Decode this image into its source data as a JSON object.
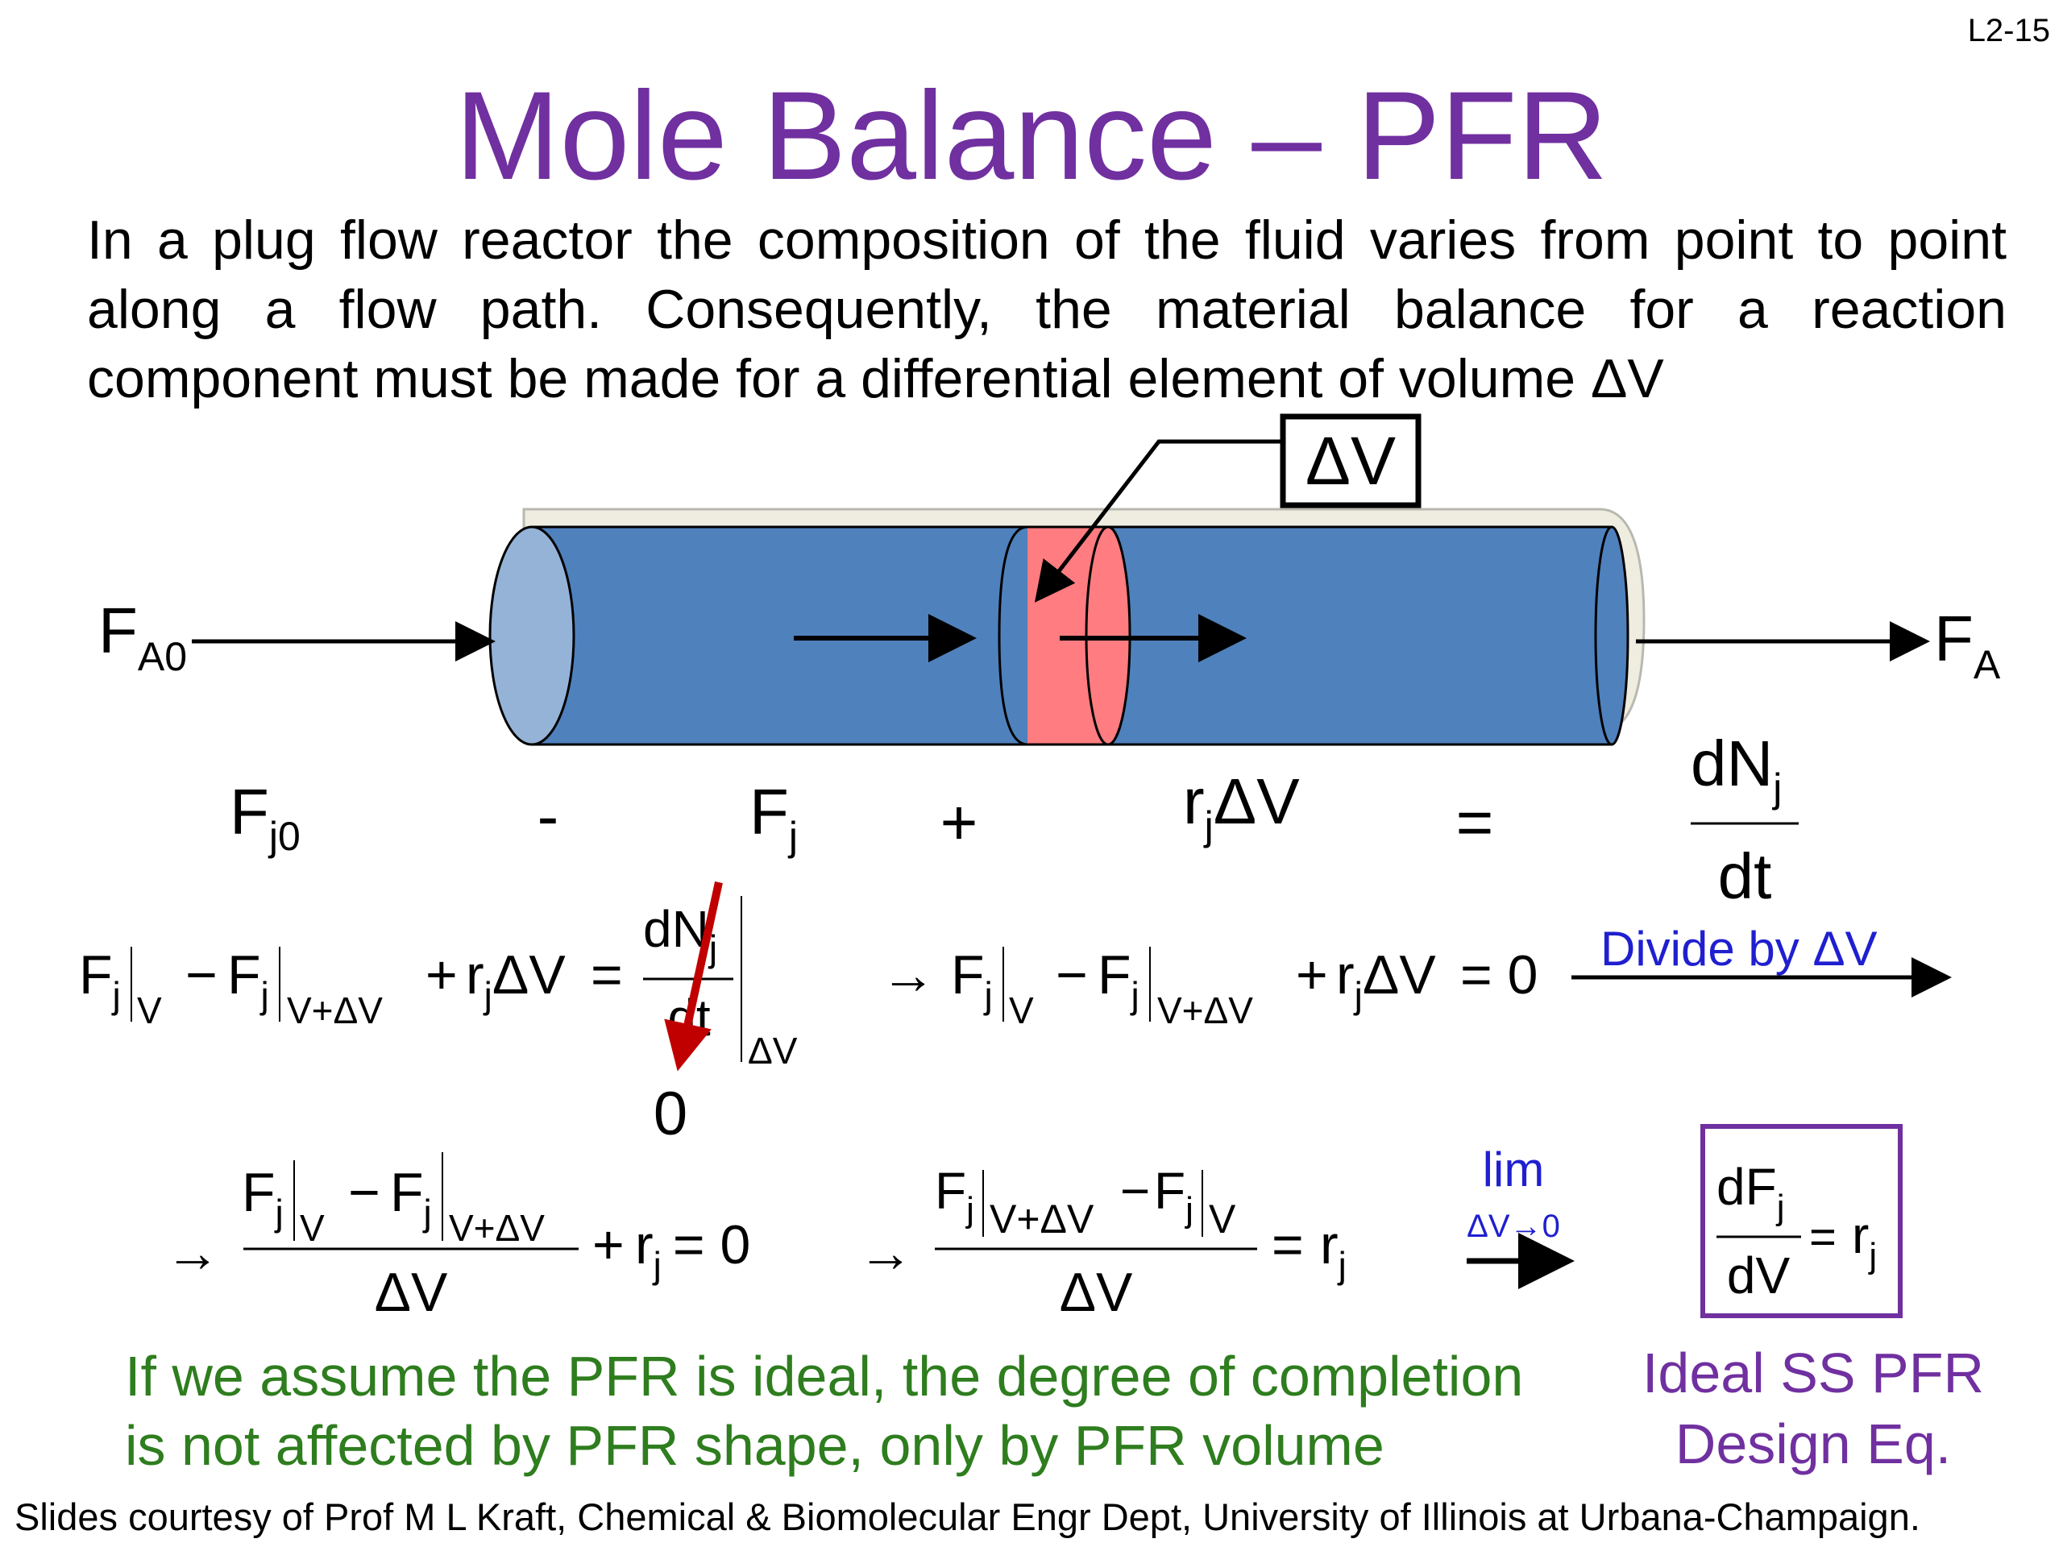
{
  "slide": {
    "number": "L2-15",
    "title": "Mole Balance – PFR",
    "intro": "In a plug flow reactor the composition of the fluid varies from point to point along a flow path. Consequently, the material balance for a reaction component must be made for a differential element of volume ΔV",
    "colors": {
      "title": "#7030a0",
      "reactor": "#4f81bd",
      "reactor_end": "#95b3d7",
      "element": "#ff7c80",
      "note": "#2e7d1e",
      "divide": "#1f1fd0",
      "strike": "#c00000"
    }
  },
  "diagram": {
    "delta_v_label": "ΔV",
    "inlet": {
      "main": "F",
      "sub": "A0"
    },
    "outlet": {
      "main": "F",
      "sub": "A"
    }
  },
  "balance": {
    "in_main": "F",
    "in_sub": "j0",
    "minus": "-",
    "out_main": "F",
    "out_sub": "j",
    "plus": "+",
    "gen_main": "r",
    "gen_sub": "j",
    "gen_tail": "ΔV",
    "equals": "=",
    "accum_num_main": "dN",
    "accum_num_sub": "j",
    "accum_den": "dt"
  },
  "sym": {
    "F": "F",
    "j": "j",
    "V": "V",
    "VdV": "V+ΔV",
    "dV": "ΔV",
    "minus": "−",
    "plus": "+",
    "eq": "=",
    "r": "r",
    "rj_tail": "ΔV",
    "arrow": "→",
    "zero": "0",
    "dNj": "dN",
    "dt": "dt",
    "eq0": "= 0"
  },
  "steps": {
    "divide_label": "Divide by ΔV",
    "strike_zero": "0",
    "lim": "lim",
    "lim_sub": "ΔV→0",
    "design_num_main": "dF",
    "design_num_sub": "j",
    "design_den": "dV",
    "design_rhs_main": "r",
    "design_rhs_sub": "j"
  },
  "notes": {
    "assumption": "If we assume the PFR is ideal, the degree of completion is not affected by PFR shape, only by PFR volume",
    "ideal_label": "Ideal SS PFR Design Eq."
  },
  "credit": "Slides courtesy of Prof M L Kraft, Chemical & Biomolecular Engr Dept, University of Illinois at Urbana-Champaign."
}
